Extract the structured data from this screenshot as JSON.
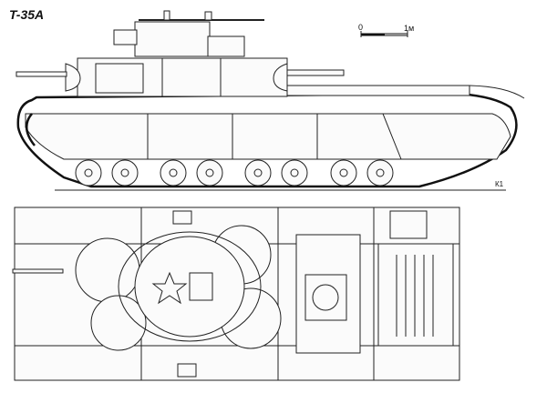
{
  "title": "T-35A",
  "scale": {
    "start_label": "0",
    "end_label": "1м"
  },
  "ground_mark": "К1",
  "views": [
    "side-view",
    "top-view"
  ]
}
